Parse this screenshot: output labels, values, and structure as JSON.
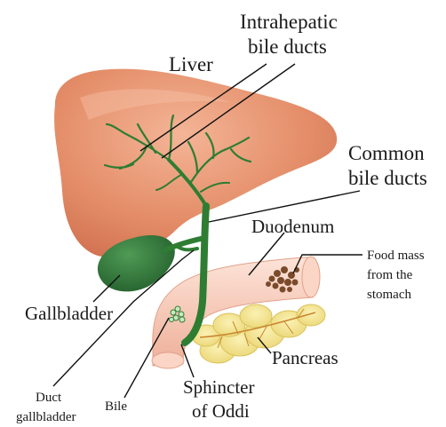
{
  "diagram": {
    "labels": {
      "intrahepatic_line1": "Intrahepatic",
      "intrahepatic_line2": "bile ducts",
      "liver": "Liver",
      "common_line1": "Common",
      "common_line2": "bile ducts",
      "duodenum": "Duodenum",
      "food_line1": "Food mass",
      "food_line2": "from the",
      "food_line3": "stomach",
      "gallbladder": "Gallbladder",
      "pancreas": "Pancreas",
      "duct_line1": "Duct",
      "duct_line2": "gallbladder",
      "bile": "Bile",
      "sphincter_line1": "Sphincter",
      "sphincter_line2": "of Oddi"
    },
    "colors": {
      "liver": "#e08a66",
      "liver_highlight": "#f2b394",
      "gallbladder": "#2f7a3a",
      "bile_duct": "#2e7d32",
      "duodenum": "#f6c5b5",
      "pancreas": "#f3e38a",
      "food_mass": "#7a4a2a"
    }
  }
}
